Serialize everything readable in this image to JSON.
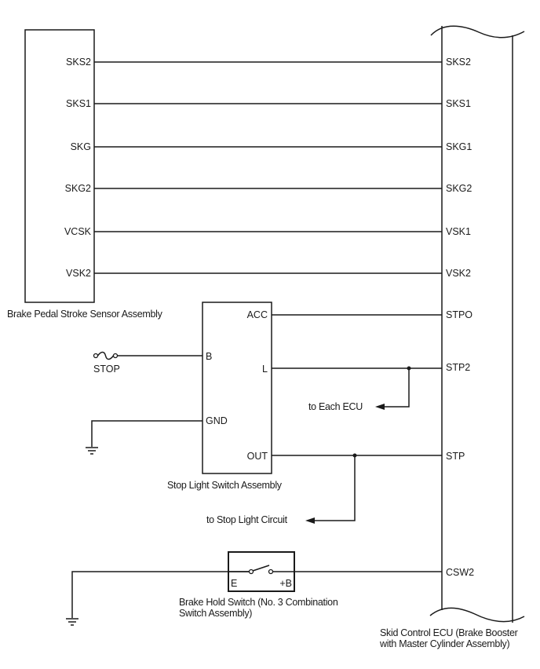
{
  "diagram": {
    "type": "wiring-diagram",
    "components": {
      "brake_pedal_sensor": {
        "name": "Brake Pedal Stroke Sensor Assembly",
        "pins": [
          "SKS2",
          "SKS1",
          "SKG",
          "SKG2",
          "VCSK",
          "VSK2"
        ]
      },
      "skid_control_ecu": {
        "name_line1": "Skid Control ECU (Brake Booster",
        "name_line2": "with Master Cylinder Assembly)",
        "pins": [
          "SKS2",
          "SKS1",
          "SKG1",
          "SKG2",
          "VSK1",
          "VSK2",
          "STPO",
          "STP2",
          "STP",
          "CSW2"
        ]
      },
      "stop_light_switch": {
        "name": "Stop Light Switch Assembly",
        "pins": {
          "acc": "ACC",
          "b": "B",
          "l": "L",
          "gnd": "GND",
          "out": "OUT"
        }
      },
      "stop_fuse": {
        "name": "STOP"
      },
      "brake_hold_switch": {
        "name_line1": "Brake Hold Switch (No. 3 Combination",
        "name_line2": "Switch Assembly)",
        "pins": {
          "e": "E",
          "plus_b": "+B"
        }
      }
    },
    "branches": {
      "to_each_ecu": "to Each ECU",
      "to_stop_light_circuit": "to Stop Light Circuit"
    },
    "connections": [
      {
        "from": "SKS2",
        "to": "SKS2"
      },
      {
        "from": "SKS1",
        "to": "SKS1"
      },
      {
        "from": "SKG",
        "to": "SKG1"
      },
      {
        "from": "SKG2",
        "to": "SKG2"
      },
      {
        "from": "VCSK",
        "to": "VSK1"
      },
      {
        "from": "VSK2",
        "to": "VSK2"
      },
      {
        "from": "ACC",
        "to": "STPO"
      },
      {
        "from": "L",
        "to": "STP2"
      },
      {
        "from": "OUT",
        "to": "STP"
      },
      {
        "from": "+B",
        "to": "CSW2"
      },
      {
        "from": "STOP",
        "to": "B"
      },
      {
        "from": "GND",
        "to": "ground"
      },
      {
        "from": "E",
        "to": "ground"
      }
    ]
  }
}
